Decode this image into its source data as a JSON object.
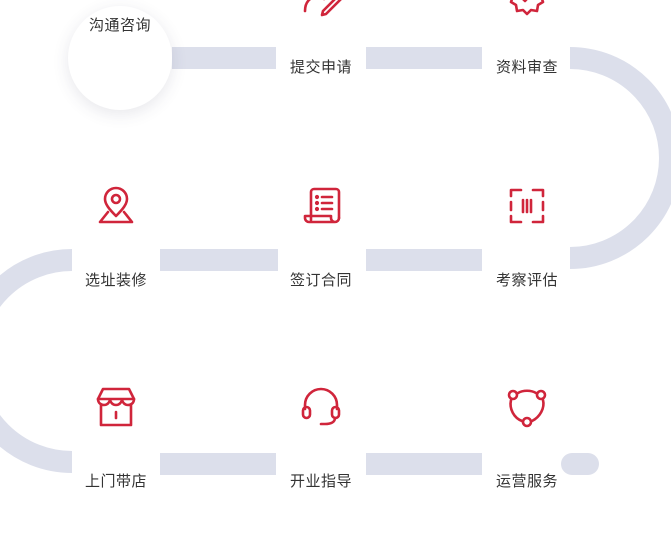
{
  "colors": {
    "accent": "#d0253b",
    "track": "#dcdfeb",
    "text": "#333333"
  },
  "steps": [
    {
      "label": "沟通咨询",
      "icon": "chat-bubble-icon",
      "active": true
    },
    {
      "label": "提交申请",
      "icon": "user-edit-icon"
    },
    {
      "label": "资料审查",
      "icon": "verified-badge-icon"
    },
    {
      "label": "考察评估",
      "icon": "scan-box-icon"
    },
    {
      "label": "签订合同",
      "icon": "contract-scroll-icon"
    },
    {
      "label": "选址装修",
      "icon": "location-pin-icon"
    },
    {
      "label": "上门带店",
      "icon": "storefront-icon"
    },
    {
      "label": "开业指导",
      "icon": "headset-icon"
    },
    {
      "label": "运营服务",
      "icon": "cycle-nodes-icon"
    }
  ]
}
